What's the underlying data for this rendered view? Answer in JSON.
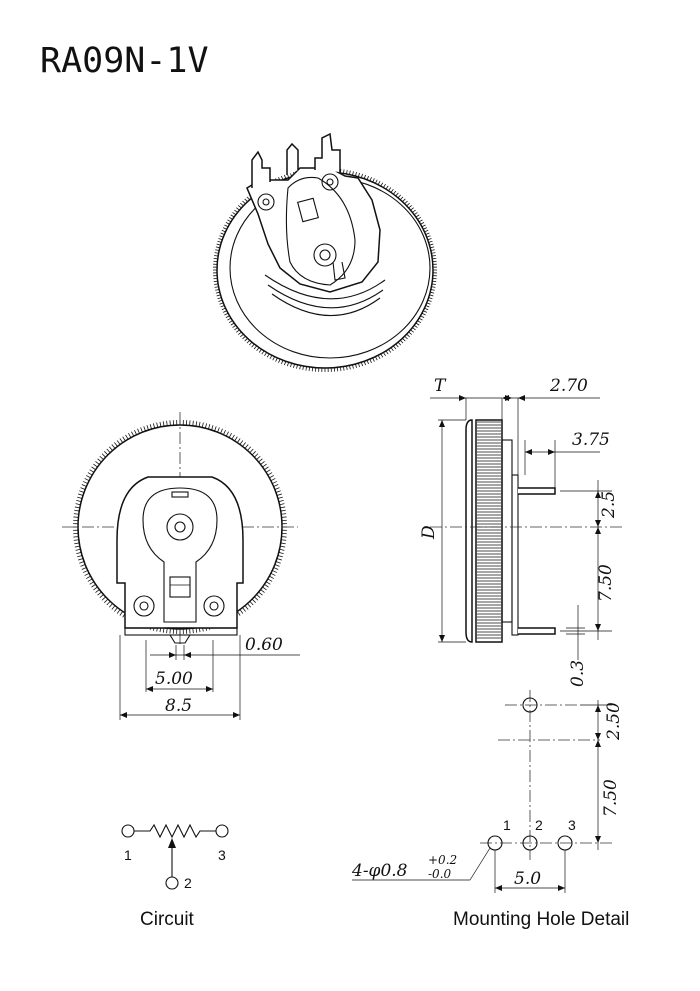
{
  "title": "RA09N-1V",
  "front_view": {
    "dim_pin_width": "0.60",
    "dim_pin_pitch": "5.00",
    "dim_body_width": "8.5"
  },
  "side_view": {
    "dim_thickness": "T",
    "dim_diameter": "D",
    "dim_offset_a": "2.70",
    "dim_offset_b": "3.75",
    "dim_pin_upper": "2.5",
    "dim_pin_span": "7.50",
    "dim_pin_thick": "0.3"
  },
  "mounting": {
    "dim_row_gap": "2.50",
    "dim_col_gap": "7.50",
    "dim_pitch": "5.0",
    "hole_spec": "4-φ0.8",
    "tol_plus": "+0.2",
    "tol_minus": "-0.0",
    "pin_labels": [
      "1",
      "2",
      "3"
    ],
    "caption": "Mounting Hole Detail"
  },
  "circuit": {
    "pin_1": "1",
    "pin_2": "2",
    "pin_3": "3",
    "caption": "Circuit"
  }
}
